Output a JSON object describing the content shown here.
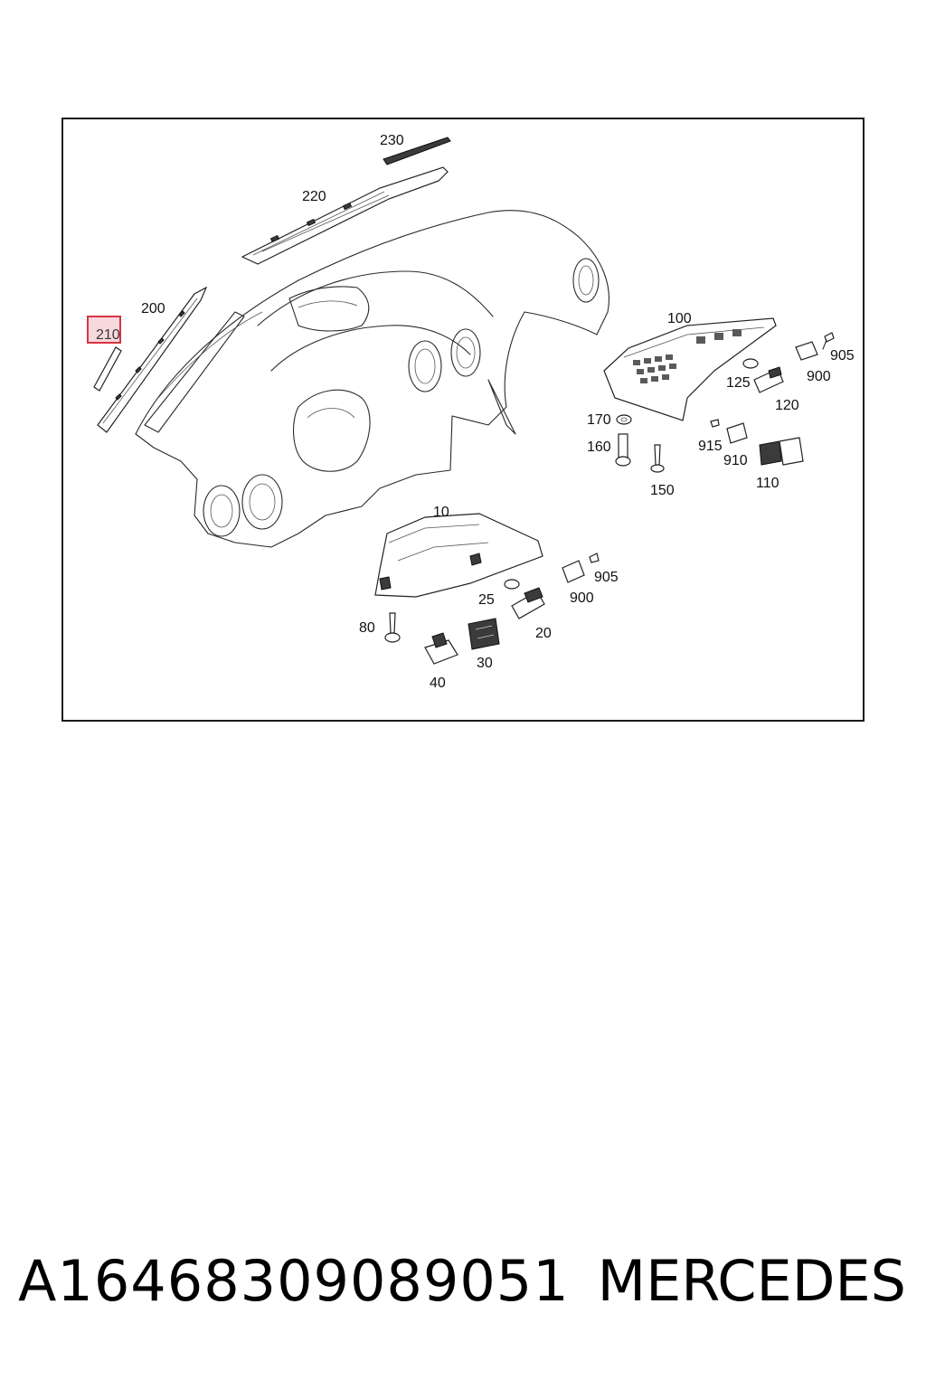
{
  "diagram": {
    "labels": {
      "l230": "230",
      "l220": "220",
      "l200": "200",
      "l210": "210",
      "l100": "100",
      "l905a": "905",
      "l900a": "900",
      "l125": "125",
      "l120": "120",
      "l170": "170",
      "l160": "160",
      "l150": "150",
      "l915": "915",
      "l910": "910",
      "l110": "110",
      "l10": "10",
      "l905b": "905",
      "l900b": "900",
      "l25": "25",
      "l20": "20",
      "l80": "80",
      "l30": "30",
      "l40": "40"
    },
    "highlighted_part": "210",
    "highlight_color": "#d9343f"
  },
  "footer": {
    "part_number": "A16468309089051",
    "brand": "MERCEDES"
  }
}
